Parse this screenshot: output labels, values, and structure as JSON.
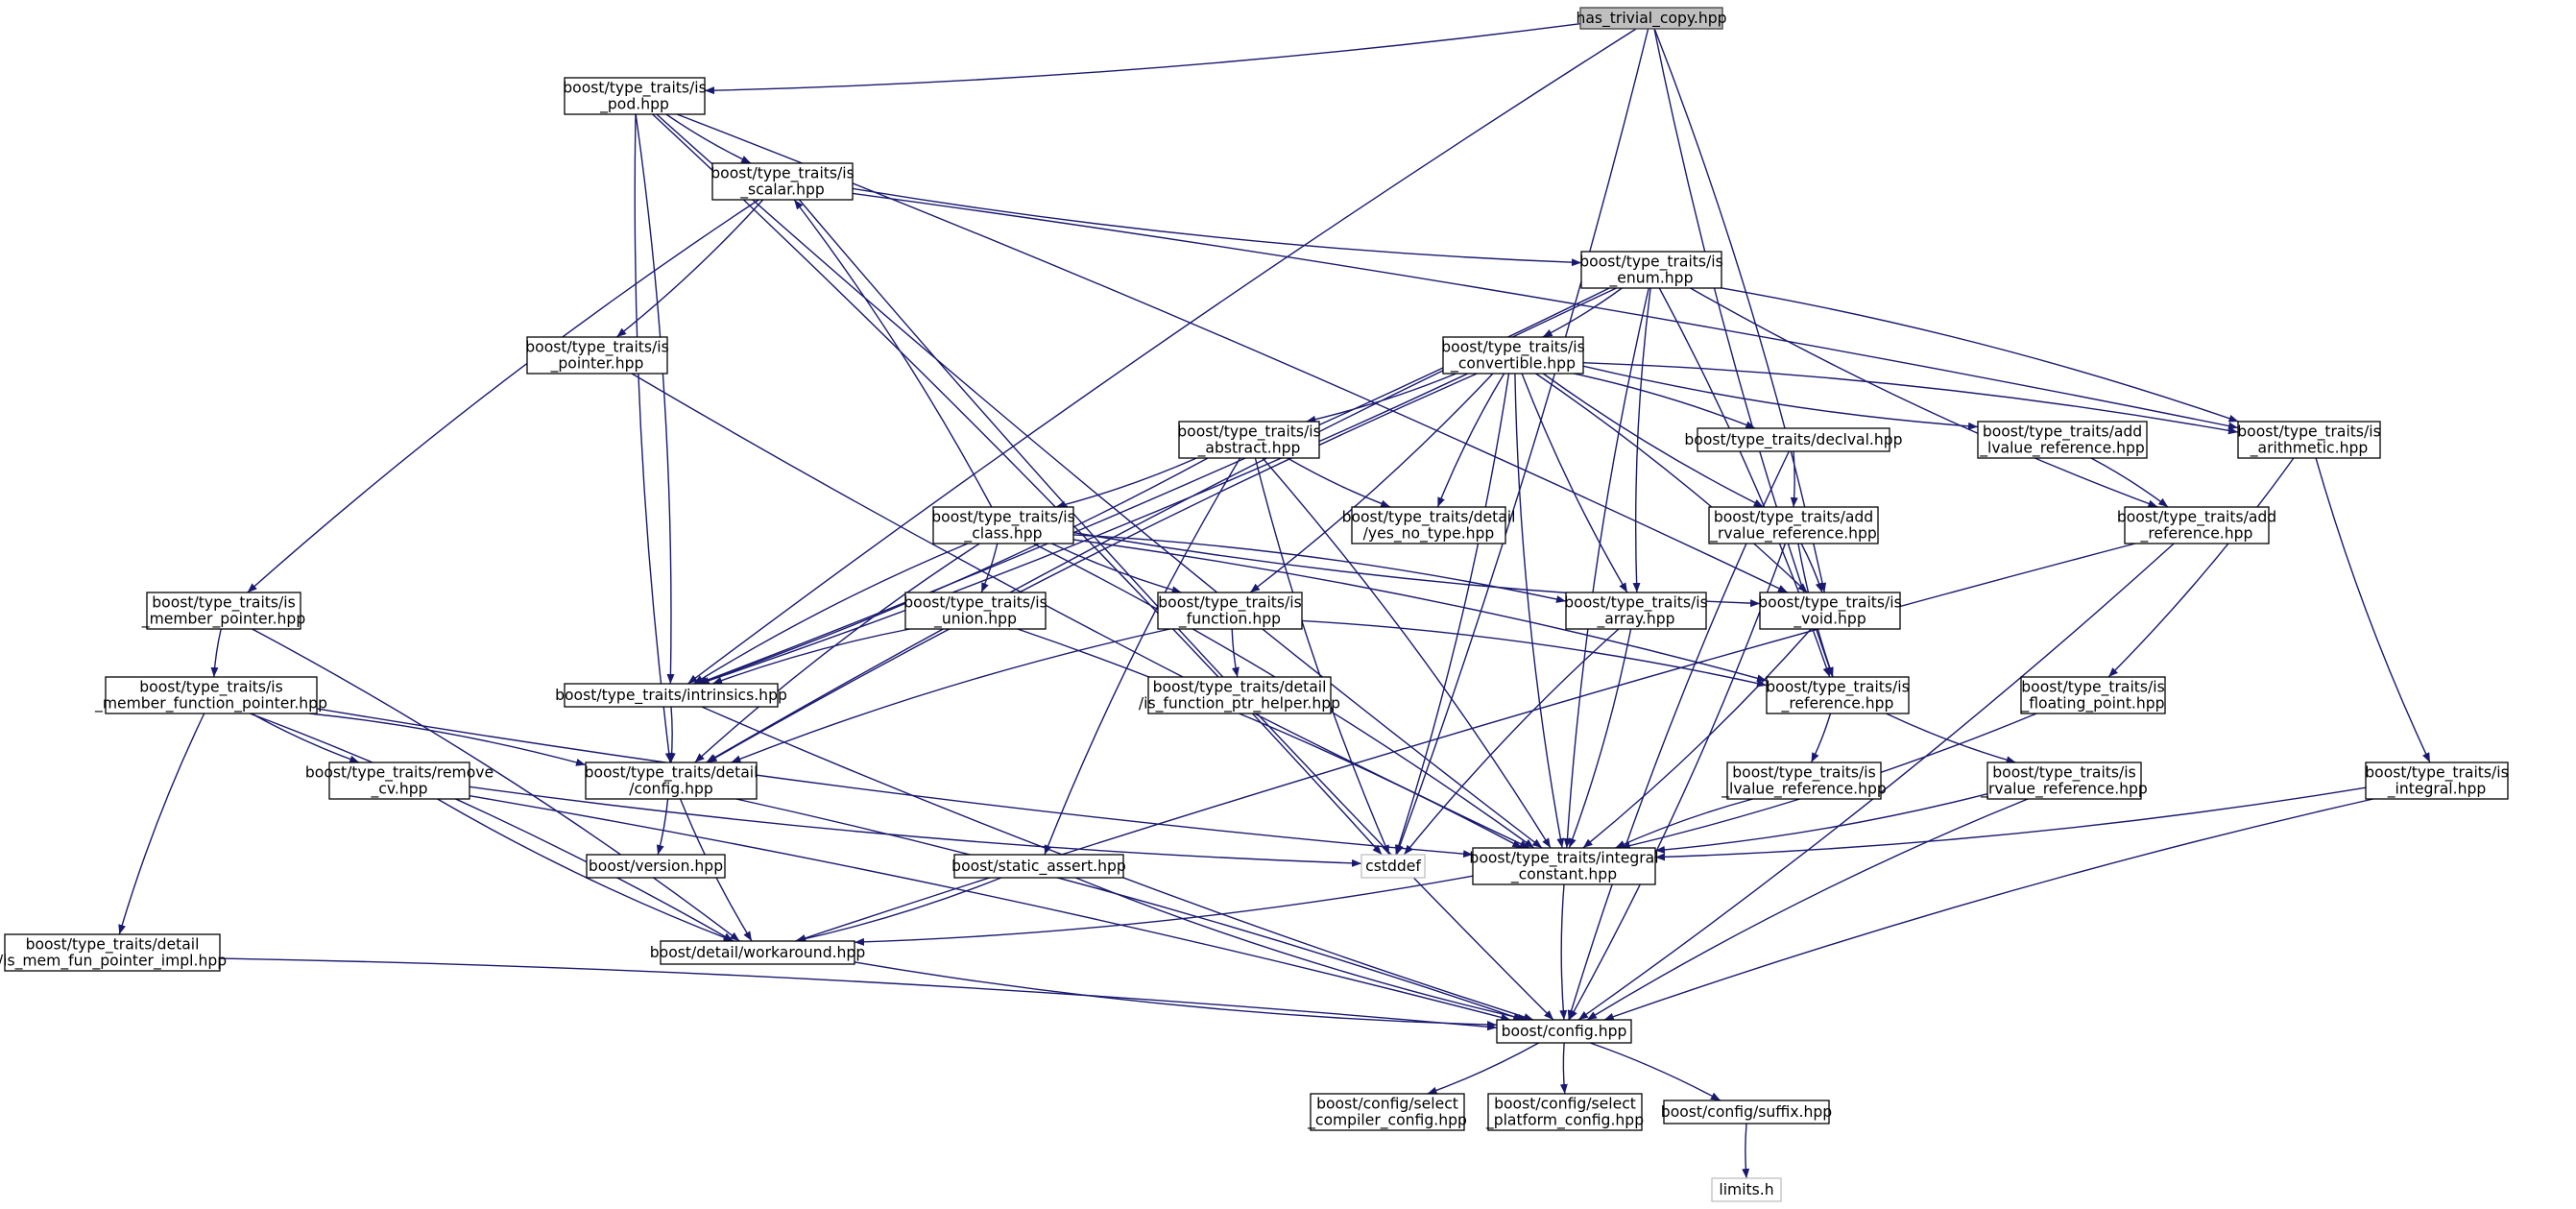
{
  "nodes": [
    {
      "id": "root",
      "lines": [
        "has_trivial_copy.hpp"
      ],
      "style": "root"
    },
    {
      "id": "is_pod",
      "lines": [
        "boost/type_traits/is",
        "_pod.hpp"
      ]
    },
    {
      "id": "is_scalar",
      "lines": [
        "boost/type_traits/is",
        "_scalar.hpp"
      ]
    },
    {
      "id": "is_enum",
      "lines": [
        "boost/type_traits/is",
        "_enum.hpp"
      ]
    },
    {
      "id": "is_convertible",
      "lines": [
        "boost/type_traits/is",
        "_convertible.hpp"
      ]
    },
    {
      "id": "is_pointer",
      "lines": [
        "boost/type_traits/is",
        "_pointer.hpp"
      ]
    },
    {
      "id": "is_abstract",
      "lines": [
        "boost/type_traits/is",
        "_abstract.hpp"
      ]
    },
    {
      "id": "yes_no_type",
      "lines": [
        "boost/type_traits/detail",
        "/yes_no_type.hpp"
      ]
    },
    {
      "id": "declval",
      "lines": [
        "boost/type_traits/declval.hpp"
      ]
    },
    {
      "id": "add_lvalue_reference",
      "lines": [
        "boost/type_traits/add",
        "_lvalue_reference.hpp"
      ]
    },
    {
      "id": "is_arithmetic",
      "lines": [
        "boost/type_traits/is",
        "_arithmetic.hpp"
      ]
    },
    {
      "id": "is_class",
      "lines": [
        "boost/type_traits/is",
        "_class.hpp"
      ]
    },
    {
      "id": "add_rvalue_reference",
      "lines": [
        "boost/type_traits/add",
        "_rvalue_reference.hpp"
      ]
    },
    {
      "id": "add_reference",
      "lines": [
        "boost/type_traits/add",
        "_reference.hpp"
      ]
    },
    {
      "id": "is_member_pointer",
      "lines": [
        "boost/type_traits/is",
        "_member_pointer.hpp"
      ]
    },
    {
      "id": "is_union",
      "lines": [
        "boost/type_traits/is",
        "_union.hpp"
      ]
    },
    {
      "id": "is_function",
      "lines": [
        "boost/type_traits/is",
        "_function.hpp"
      ]
    },
    {
      "id": "is_array",
      "lines": [
        "boost/type_traits/is",
        "_array.hpp"
      ]
    },
    {
      "id": "is_void",
      "lines": [
        "boost/type_traits/is",
        "_void.hpp"
      ]
    },
    {
      "id": "is_member_function_pointer",
      "lines": [
        "boost/type_traits/is",
        "_member_function_pointer.hpp"
      ]
    },
    {
      "id": "intrinsics",
      "lines": [
        "boost/type_traits/intrinsics.hpp"
      ]
    },
    {
      "id": "is_function_ptr_helper",
      "lines": [
        "boost/type_traits/detail",
        "/is_function_ptr_helper.hpp"
      ]
    },
    {
      "id": "is_reference",
      "lines": [
        "boost/type_traits/is",
        "_reference.hpp"
      ]
    },
    {
      "id": "is_floating_point",
      "lines": [
        "boost/type_traits/is",
        "_floating_point.hpp"
      ]
    },
    {
      "id": "remove_cv",
      "lines": [
        "boost/type_traits/remove",
        "_cv.hpp"
      ]
    },
    {
      "id": "detail_config",
      "lines": [
        "boost/type_traits/detail",
        "/config.hpp"
      ]
    },
    {
      "id": "is_lvalue_reference",
      "lines": [
        "boost/type_traits/is",
        "_lvalue_reference.hpp"
      ]
    },
    {
      "id": "is_rvalue_reference",
      "lines": [
        "boost/type_traits/is",
        "_rvalue_reference.hpp"
      ]
    },
    {
      "id": "is_integral",
      "lines": [
        "boost/type_traits/is",
        "_integral.hpp"
      ]
    },
    {
      "id": "version",
      "lines": [
        "boost/version.hpp"
      ]
    },
    {
      "id": "static_assert",
      "lines": [
        "boost/static_assert.hpp"
      ]
    },
    {
      "id": "cstddef",
      "lines": [
        "cstddef"
      ],
      "style": "external"
    },
    {
      "id": "integral_constant",
      "lines": [
        "boost/type_traits/integral",
        "_constant.hpp"
      ]
    },
    {
      "id": "is_mem_fun_pointer_impl",
      "lines": [
        "boost/type_traits/detail",
        "/is_mem_fun_pointer_impl.hpp"
      ]
    },
    {
      "id": "workaround",
      "lines": [
        "boost/detail/workaround.hpp"
      ]
    },
    {
      "id": "config",
      "lines": [
        "boost/config.hpp"
      ]
    },
    {
      "id": "select_compiler_config",
      "lines": [
        "boost/config/select",
        "_compiler_config.hpp"
      ]
    },
    {
      "id": "select_platform_config",
      "lines": [
        "boost/config/select",
        "_platform_config.hpp"
      ]
    },
    {
      "id": "suffix",
      "lines": [
        "boost/config/suffix.hpp"
      ]
    },
    {
      "id": "limits",
      "lines": [
        "limits.h"
      ],
      "style": "external"
    }
  ],
  "edges": [
    [
      "root",
      "is_pod"
    ],
    [
      "root",
      "intrinsics"
    ],
    [
      "root",
      "is_void"
    ],
    [
      "root",
      "is_reference"
    ],
    [
      "root",
      "cstddef"
    ],
    [
      "is_pod",
      "is_scalar"
    ],
    [
      "is_pod",
      "intrinsics"
    ],
    [
      "is_pod",
      "detail_config"
    ],
    [
      "is_pod",
      "is_void"
    ],
    [
      "is_pod",
      "integral_constant"
    ],
    [
      "is_pod",
      "cstddef"
    ],
    [
      "is_scalar",
      "is_enum"
    ],
    [
      "is_scalar",
      "is_pointer"
    ],
    [
      "is_scalar",
      "is_member_pointer"
    ],
    [
      "is_scalar",
      "is_arithmetic"
    ],
    [
      "is_scalar",
      "config"
    ],
    [
      "is_enum",
      "is_convertible"
    ],
    [
      "is_enum",
      "is_array"
    ],
    [
      "is_enum",
      "is_reference"
    ],
    [
      "is_enum",
      "add_reference"
    ],
    [
      "is_enum",
      "is_arithmetic"
    ],
    [
      "is_enum",
      "integral_constant"
    ],
    [
      "is_enum",
      "intrinsics"
    ],
    [
      "is_enum",
      "detail_config"
    ],
    [
      "is_convertible",
      "is_abstract"
    ],
    [
      "is_convertible",
      "yes_no_type"
    ],
    [
      "is_convertible",
      "declval"
    ],
    [
      "is_convertible",
      "add_lvalue_reference"
    ],
    [
      "is_convertible",
      "is_arithmetic"
    ],
    [
      "is_convertible",
      "add_rvalue_reference"
    ],
    [
      "is_convertible",
      "is_function"
    ],
    [
      "is_convertible",
      "is_array"
    ],
    [
      "is_convertible",
      "is_void"
    ],
    [
      "is_convertible",
      "integral_constant"
    ],
    [
      "is_convertible",
      "intrinsics"
    ],
    [
      "is_convertible",
      "detail_config"
    ],
    [
      "is_convertible",
      "cstddef"
    ],
    [
      "is_pointer",
      "integral_constant"
    ],
    [
      "is_abstract",
      "is_class"
    ],
    [
      "is_abstract",
      "yes_no_type"
    ],
    [
      "is_abstract",
      "intrinsics"
    ],
    [
      "is_abstract",
      "static_assert"
    ],
    [
      "is_abstract",
      "integral_constant"
    ],
    [
      "is_abstract",
      "cstddef"
    ],
    [
      "declval",
      "add_rvalue_reference"
    ],
    [
      "declval",
      "config"
    ],
    [
      "add_lvalue_reference",
      "add_reference"
    ],
    [
      "is_arithmetic",
      "is_integral"
    ],
    [
      "is_arithmetic",
      "is_floating_point"
    ],
    [
      "is_class",
      "is_scalar"
    ],
    [
      "is_class",
      "is_union"
    ],
    [
      "is_class",
      "is_function"
    ],
    [
      "is_class",
      "is_array"
    ],
    [
      "is_class",
      "is_void"
    ],
    [
      "is_class",
      "is_reference"
    ],
    [
      "is_class",
      "intrinsics"
    ],
    [
      "is_class",
      "integral_constant"
    ],
    [
      "is_class",
      "detail_config"
    ],
    [
      "add_rvalue_reference",
      "is_void"
    ],
    [
      "add_rvalue_reference",
      "is_reference"
    ],
    [
      "add_rvalue_reference",
      "config"
    ],
    [
      "add_reference",
      "workaround"
    ],
    [
      "add_reference",
      "config"
    ],
    [
      "is_member_pointer",
      "is_member_function_pointer"
    ],
    [
      "is_member_pointer",
      "workaround"
    ],
    [
      "is_union",
      "intrinsics"
    ],
    [
      "is_union",
      "integral_constant"
    ],
    [
      "is_function",
      "is_function_ptr_helper"
    ],
    [
      "is_function",
      "is_reference"
    ],
    [
      "is_function",
      "detail_config"
    ],
    [
      "is_array",
      "integral_constant"
    ],
    [
      "is_array",
      "cstddef"
    ],
    [
      "is_void",
      "integral_constant"
    ],
    [
      "is_member_function_pointer",
      "remove_cv"
    ],
    [
      "is_member_function_pointer",
      "detail_config"
    ],
    [
      "is_member_function_pointer",
      "is_mem_fun_pointer_impl"
    ],
    [
      "is_member_function_pointer",
      "workaround"
    ],
    [
      "is_member_function_pointer",
      "integral_constant"
    ],
    [
      "intrinsics",
      "detail_config"
    ],
    [
      "intrinsics",
      "config"
    ],
    [
      "is_reference",
      "is_lvalue_reference"
    ],
    [
      "is_reference",
      "is_rvalue_reference"
    ],
    [
      "is_floating_point",
      "integral_constant"
    ],
    [
      "remove_cv",
      "workaround"
    ],
    [
      "remove_cv",
      "config"
    ],
    [
      "remove_cv",
      "cstddef"
    ],
    [
      "detail_config",
      "version"
    ],
    [
      "detail_config",
      "workaround"
    ],
    [
      "detail_config",
      "config"
    ],
    [
      "is_lvalue_reference",
      "integral_constant"
    ],
    [
      "is_rvalue_reference",
      "integral_constant"
    ],
    [
      "is_rvalue_reference",
      "config"
    ],
    [
      "is_integral",
      "integral_constant"
    ],
    [
      "is_integral",
      "config"
    ],
    [
      "static_assert",
      "workaround"
    ],
    [
      "static_assert",
      "config"
    ],
    [
      "integral_constant",
      "workaround"
    ],
    [
      "integral_constant",
      "config"
    ],
    [
      "is_mem_fun_pointer_impl",
      "config"
    ],
    [
      "workaround",
      "config"
    ],
    [
      "config",
      "select_compiler_config"
    ],
    [
      "config",
      "select_platform_config"
    ],
    [
      "config",
      "suffix"
    ],
    [
      "suffix",
      "limits"
    ]
  ],
  "colors": {
    "edge": "#191970",
    "node_border": "#000000",
    "node_fill": "#ffffff",
    "root_fill": "#bfbfbf",
    "root_border": "#404040",
    "external_border": "#bfbfbf",
    "text": "#000000"
  }
}
